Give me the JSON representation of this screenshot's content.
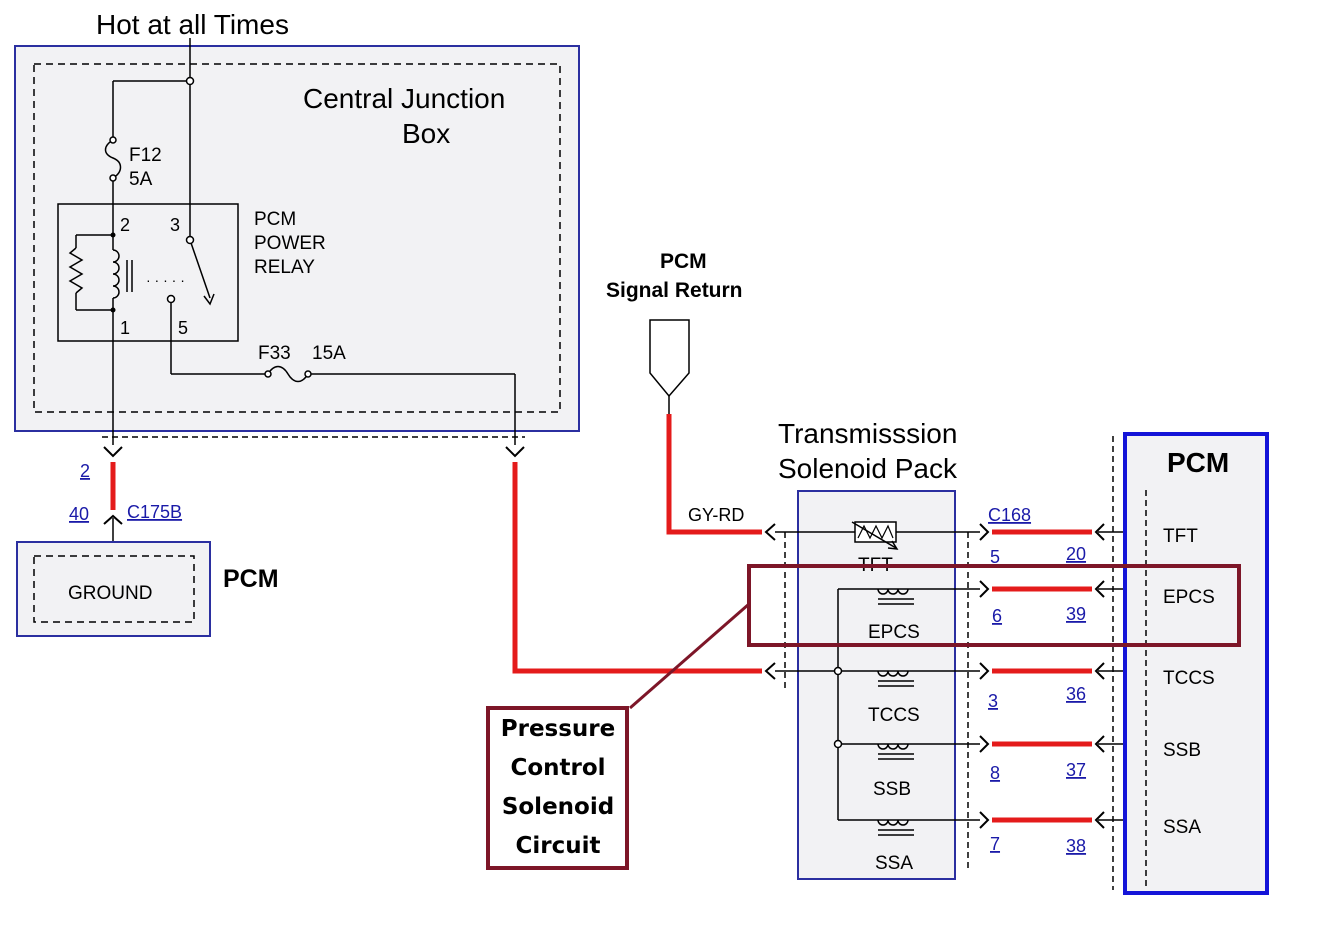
{
  "labels": {
    "hot_at_all_times": "Hot at all Times",
    "cjb_line1": "Central Junction",
    "cjb_line2": "Box",
    "fuse_f12_name": "F12",
    "fuse_f12_rating": "5A",
    "relay_line1": "PCM",
    "relay_line2": "POWER",
    "relay_line3": "RELAY",
    "relay_pin_2": "2",
    "relay_pin_3": "3",
    "relay_pin_1": "1",
    "relay_pin_5": "5",
    "fuse_f33_name": "F33",
    "fuse_f33_rating": "15A",
    "pcm_signal_return_line1": "PCM",
    "pcm_signal_return_line2": "Signal Return",
    "ground_label": "GROUND",
    "pcm_left": "PCM",
    "pin_2": "2",
    "pin_40": "40",
    "connector_c175b": "C175B",
    "tsp_line1": "Transmisssion",
    "tsp_line2": "Solenoid Pack",
    "wire_gy_rd": "GY-RD",
    "connector_c168": "C168",
    "pcm_right": "PCM",
    "callout_line1": "Pressure",
    "callout_line2": "Control",
    "callout_line3": "Solenoid",
    "callout_line4": "Circuit"
  },
  "solenoids": [
    {
      "name": "TFT",
      "pack_pin": "5",
      "pcm_pin": "20",
      "pcm_label": "TFT"
    },
    {
      "name": "EPCS",
      "pack_pin": "6",
      "pcm_pin": "39",
      "pcm_label": "EPCS"
    },
    {
      "name": "TCCS",
      "pack_pin": "3",
      "pcm_pin": "36",
      "pcm_label": "TCCS"
    },
    {
      "name": "SSB",
      "pack_pin": "8",
      "pcm_pin": "37",
      "pcm_label": "SSB"
    },
    {
      "name": "SSA",
      "pack_pin": "7",
      "pcm_pin": "38",
      "pcm_label": "SSA"
    }
  ],
  "colors": {
    "wire_highlight": "#e41b1b",
    "box_border_blue": "#2b2fa0",
    "pcm_border_blue": "#1414d8",
    "callout_border": "#7d1628",
    "panel_fill": "#f2f2f4",
    "link_blue": "#1a1aa8"
  }
}
